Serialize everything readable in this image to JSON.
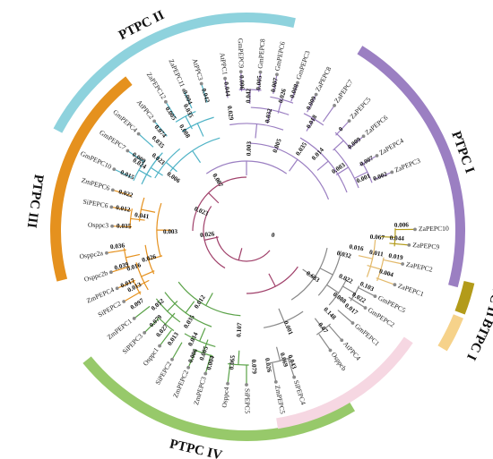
{
  "groups": [
    {
      "id": "ptpc1",
      "label": "PTPC I",
      "color": "#9b7fc2",
      "a0": -58,
      "a1": 15,
      "r0": 233,
      "r1": 244,
      "la": -20,
      "lr": 256
    },
    {
      "id": "ptpc2",
      "label": "PTPC II",
      "color": "#8ed2dd",
      "a0": -152,
      "a1": -77,
      "r0": 233,
      "r1": 244,
      "la": -117,
      "lr": 257
    },
    {
      "id": "ptpc3",
      "label": "PTPC III",
      "color": "#e5911e",
      "a0": -195,
      "a1": -128,
      "r0": 207,
      "r1": 219,
      "la": -172,
      "lr": 239,
      "rot": -90
    },
    {
      "id": "ptpc4",
      "label": "PTPC IV",
      "color": "#97c96a",
      "a0": -301,
      "a1": -219,
      "r0": 223,
      "r1": 235,
      "la": -257,
      "lr": 252
    },
    {
      "id": "btpc2",
      "label": "BTPC II",
      "color": "#b39b1a",
      "a0": 13,
      "a1": 21,
      "r0": 249,
      "r1": 261,
      "la": 14,
      "lr": 286,
      "rot": 90
    },
    {
      "id": "btpc1",
      "label": "BTPC I",
      "color": "#f6d28a",
      "a0": 22,
      "a1": 31,
      "r0": 249,
      "r1": 261,
      "la": 25,
      "lr": 286,
      "rot": 90
    },
    {
      "id": "unlab",
      "label": "",
      "color": "#f6d7e2",
      "a0": 34,
      "a1": 81,
      "r0": 212,
      "r1": 224
    }
  ],
  "leaves": [
    {
      "name": "ZaPEPC10",
      "a": -0.5,
      "r": 188,
      "c": "#b39b1a"
    },
    {
      "name": "ZaPEPC9",
      "a": 5,
      "r": 182,
      "c": "#b39b1a"
    },
    {
      "name": "ZaPEPC2",
      "a": 12,
      "r": 178,
      "c": "#e3b96a"
    },
    {
      "name": "ZaPEPC1",
      "a": 20,
      "r": 176,
      "c": "#e3b96a"
    },
    {
      "name": "GmPEPC5",
      "a": 27,
      "r": 161,
      "c": "#888"
    },
    {
      "name": "GmPEPC2",
      "a": 33,
      "r": 158,
      "c": "#888"
    },
    {
      "name": "GmPEPC1",
      "a": 41,
      "r": 157,
      "c": "#888"
    },
    {
      "name": "AtPPC4",
      "a": 49,
      "r": 162,
      "c": "#888"
    },
    {
      "name": "Osppcb",
      "a": 55,
      "r": 163,
      "c": "#888"
    },
    {
      "name": "SiPEPC4",
      "a": 72,
      "r": 172,
      "c": "#888"
    },
    {
      "name": "ZmPEPC5",
      "a": 79,
      "r": 172,
      "c": "#888"
    },
    {
      "name": "SiPEPC5",
      "a": 90,
      "r": 172,
      "c": "#5aa248"
    },
    {
      "name": "Osppc4",
      "a": 97,
      "r": 172,
      "c": "#5aa248"
    },
    {
      "name": "ZmPEPC3",
      "a": 106,
      "r": 166,
      "c": "#5aa248"
    },
    {
      "name": "ZmPEPC2",
      "a": 113,
      "r": 166,
      "c": "#5aa248"
    },
    {
      "name": "SiPEPC2",
      "a": 120,
      "r": 166,
      "c": "#5aa248"
    },
    {
      "name": "Osppc1",
      "a": 127,
      "r": 161,
      "c": "#5aa248"
    },
    {
      "name": "SiPEPC3",
      "a": 135,
      "r": 161,
      "c": "#5aa248"
    },
    {
      "name": "ZmPEPC1",
      "a": 142,
      "r": 159,
      "c": "#5aa248"
    },
    {
      "name": "SiPEPC2",
      "a": 150,
      "r": 158,
      "c": "#e5911e"
    },
    {
      "name": "ZmPEPC4",
      "a": 156,
      "r": 158,
      "c": "#e5911e"
    },
    {
      "name": "Osppc2b",
      "a": 163,
      "r": 158,
      "c": "#e5911e"
    },
    {
      "name": "Osppc2a",
      "a": 171,
      "r": 158,
      "c": "#e5911e"
    },
    {
      "name": "Osppc3",
      "a": 182,
      "r": 150,
      "c": "#e5911e"
    },
    {
      "name": "SiPEPC6",
      "a": 190,
      "r": 153,
      "c": "#e5911e"
    },
    {
      "name": "ZmPEPC6",
      "a": 197,
      "r": 156,
      "c": "#e5911e"
    },
    {
      "name": "GmPEPC10",
      "a": 205,
      "r": 163,
      "c": "#4fb3c6"
    },
    {
      "name": "GmPEPC7",
      "a": 214,
      "r": 160,
      "c": "#4fb3c6"
    },
    {
      "name": "GmPEPC4",
      "a": 222,
      "r": 162,
      "c": "#4fb3c6"
    },
    {
      "name": "AtPPC2",
      "a": 230,
      "r": 160,
      "c": "#4fb3c6"
    },
    {
      "name": "ZaPEPC12",
      "a": 238,
      "r": 170,
      "c": "#4fb3c6"
    },
    {
      "name": "ZaPEPC11",
      "a": 246,
      "r": 172,
      "c": "#4fb3c6"
    },
    {
      "name": "AtPPC3",
      "a": 253,
      "r": 172,
      "c": "#4fb3c6"
    },
    {
      "name": "AtPPC1",
      "a": 262,
      "r": 172,
      "c": "#9b7fc2"
    },
    {
      "name": "GmPEPC9",
      "a": 268,
      "r": 178,
      "c": "#9b7fc2"
    },
    {
      "name": "GmPEPC8",
      "a": 275,
      "r": 178,
      "c": "#9b7fc2"
    },
    {
      "name": "GmPEPC6",
      "a": 281,
      "r": 178,
      "c": "#9b7fc2"
    },
    {
      "name": "GmPEPC3",
      "a": 289,
      "r": 175,
      "c": "#9b7fc2"
    },
    {
      "name": "ZaPEPC8",
      "a": 297,
      "r": 171,
      "c": "#9b7fc2"
    },
    {
      "name": "ZaPEPC7",
      "a": 305,
      "r": 171,
      "c": "#9b7fc2"
    },
    {
      "name": "ZaPEPC5",
      "a": 313,
      "r": 168,
      "c": "#9b7fc2"
    },
    {
      "name": "ZaPEPC6",
      "a": 321,
      "r": 168,
      "c": "#9b7fc2"
    },
    {
      "name": "ZaPEPC4",
      "a": 330,
      "r": 168,
      "c": "#9b7fc2"
    },
    {
      "name": "ZaPEPC3",
      "a": 338,
      "r": 175,
      "c": "#9b7fc2"
    }
  ],
  "branch_labels": [
    {
      "t": "0.006",
      "a": -2,
      "r": 173
    },
    {
      "t": "0.044",
      "a": 3,
      "r": 168
    },
    {
      "t": "0.067",
      "a": 3,
      "r": 146
    },
    {
      "t": "0.019",
      "a": 10,
      "r": 169
    },
    {
      "t": "0.011",
      "a": 10,
      "r": 147
    },
    {
      "t": "0.004",
      "a": 17,
      "r": 163
    },
    {
      "t": "0.016",
      "a": 9,
      "r": 124
    },
    {
      "t": "0.032",
      "a": 14,
      "r": 112
    },
    {
      "t": "0.103",
      "a": 25,
      "r": 148
    },
    {
      "t": "0.022",
      "a": 31,
      "r": 146
    },
    {
      "t": "0.017",
      "a": 37,
      "r": 146
    },
    {
      "t": "0.088",
      "a": 36,
      "r": 128
    },
    {
      "t": "0.022",
      "a": 26,
      "r": 123
    },
    {
      "t": "0.148",
      "a": 45,
      "r": 131
    },
    {
      "t": "0.07",
      "a": 52,
      "r": 138
    },
    {
      "t": "0.001",
      "a": 67,
      "r": 118
    },
    {
      "t": "0.683",
      "a": 35,
      "r": 90
    },
    {
      "t": "0.069",
      "a": 74,
      "r": 150
    },
    {
      "t": "0.043",
      "a": 71,
      "r": 155
    },
    {
      "t": "0.026",
      "a": 81,
      "r": 152
    },
    {
      "t": "0.079",
      "a": 87,
      "r": 152
    },
    {
      "t": "0.065",
      "a": 96,
      "r": 148
    },
    {
      "t": "0.107",
      "a": 94,
      "r": 111
    },
    {
      "t": "0.004",
      "a": 105,
      "r": 153
    },
    {
      "t": "0.005",
      "a": 109,
      "r": 145
    },
    {
      "t": "0.006",
      "a": 113,
      "r": 152
    },
    {
      "t": "0.014",
      "a": 116,
      "r": 135
    },
    {
      "t": "0.013",
      "a": 124,
      "r": 146
    },
    {
      "t": "0.027",
      "a": 130,
      "r": 146
    },
    {
      "t": "0.079",
      "a": 135,
      "r": 143
    },
    {
      "t": "0.052",
      "a": 140,
      "r": 129
    },
    {
      "t": "0.097",
      "a": 146,
      "r": 147
    },
    {
      "t": "0.035",
      "a": 122,
      "r": 120
    },
    {
      "t": "0.012",
      "a": 123,
      "r": 95
    },
    {
      "t": "0.013",
      "a": 153,
      "r": 140
    },
    {
      "t": "0.017",
      "a": 156,
      "r": 145
    },
    {
      "t": "0.016",
      "a": 162,
      "r": 132
    },
    {
      "t": "0.039",
      "a": 164,
      "r": 145
    },
    {
      "t": "0.026",
      "a": 164,
      "r": 113
    },
    {
      "t": "0.036",
      "a": 173,
      "r": 145
    },
    {
      "t": "0.035",
      "a": 182,
      "r": 137
    },
    {
      "t": "0.012",
      "a": 190,
      "r": 140
    },
    {
      "t": "0.022",
      "a": 197,
      "r": 141
    },
    {
      "t": "0.041",
      "a": 188,
      "r": 118
    },
    {
      "t": "0.003",
      "a": 179,
      "r": 85
    },
    {
      "t": "0.015",
      "a": 205,
      "r": 147
    },
    {
      "t": "0.024",
      "a": 212,
      "r": 141
    },
    {
      "t": "0.009",
      "a": 214,
      "r": 145
    },
    {
      "t": "0.023",
      "a": 219,
      "r": 127
    },
    {
      "t": "0.074",
      "a": 229,
      "r": 147
    },
    {
      "t": "0.035",
      "a": 225,
      "r": 140
    },
    {
      "t": "0.005",
      "a": 237,
      "r": 156
    },
    {
      "t": "0.004",
      "a": 246,
      "r": 163
    },
    {
      "t": "0.035",
      "a": 244,
      "r": 149
    },
    {
      "t": "0.008",
      "a": 238,
      "r": 131
    },
    {
      "t": "0.042",
      "a": 253,
      "r": 158
    },
    {
      "t": "0.006",
      "a": 216,
      "r": 101
    },
    {
      "t": "0.044",
      "a": 262,
      "r": 160
    },
    {
      "t": "0.029",
      "a": 262,
      "r": 133
    },
    {
      "t": "0.006",
      "a": 268,
      "r": 166
    },
    {
      "t": "0.042",
      "a": 271,
      "r": 151
    },
    {
      "t": "0.005",
      "a": 275,
      "r": 166
    },
    {
      "t": "0.007",
      "a": 281,
      "r": 166
    },
    {
      "t": "0.026",
      "a": 285,
      "r": 156
    },
    {
      "t": "0.008",
      "a": 289,
      "r": 165
    },
    {
      "t": "0.032",
      "a": 281,
      "r": 131
    },
    {
      "t": "0.009",
      "a": 297,
      "r": 160
    },
    {
      "t": "0.018",
      "a": 301,
      "r": 142
    },
    {
      "t": "0",
      "a": 313,
      "r": 155
    },
    {
      "t": "0.009",
      "a": 321,
      "r": 155
    },
    {
      "t": "0.007",
      "a": 330,
      "r": 155
    },
    {
      "t": "0.002",
      "a": 338,
      "r": 161
    },
    {
      "t": "0.001",
      "a": 336,
      "r": 143
    },
    {
      "t": "0.003",
      "a": 326,
      "r": 124
    },
    {
      "t": "0.014",
      "a": 313,
      "r": 117
    },
    {
      "t": "0.035",
      "a": 304,
      "r": 110
    },
    {
      "t": "0.005",
      "a": 290,
      "r": 101
    },
    {
      "t": "0.003",
      "a": 272,
      "r": 92
    },
    {
      "t": "0.007",
      "a": 240,
      "r": 65
    },
    {
      "t": "0.023",
      "a": 203,
      "r": 55
    },
    {
      "t": "0.026",
      "a": 174,
      "r": 44
    },
    {
      "t": "0",
      "a": 10,
      "r": 30
    }
  ]
}
